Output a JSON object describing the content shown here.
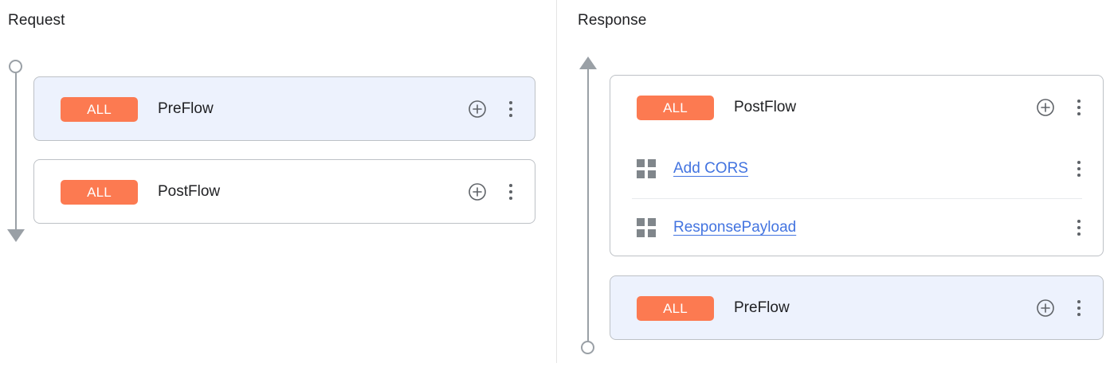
{
  "panels": {
    "request": {
      "title": "Request",
      "rail": {
        "start_icon": "circle-node",
        "end_icon": "arrow-down-icon",
        "direction": "down"
      },
      "cards": [
        {
          "id": "req-preflow",
          "selected": true,
          "badge": "ALL",
          "name": "PreFlow",
          "add_icon": "plus-circle-icon",
          "menu_icon": "kebab-menu-icon",
          "policies": []
        },
        {
          "id": "req-postflow",
          "selected": false,
          "badge": "ALL",
          "name": "PostFlow",
          "add_icon": "plus-circle-icon",
          "menu_icon": "kebab-menu-icon",
          "policies": []
        }
      ]
    },
    "response": {
      "title": "Response",
      "rail": {
        "start_icon": "arrow-up-icon",
        "end_icon": "circle-node",
        "direction": "up"
      },
      "cards": [
        {
          "id": "res-postflow",
          "selected": false,
          "badge": "ALL",
          "name": "PostFlow",
          "add_icon": "plus-circle-icon",
          "menu_icon": "kebab-menu-icon",
          "policies": [
            {
              "icon": "policy-grid-icon",
              "name": "Add CORS",
              "menu_icon": "kebab-menu-icon"
            },
            {
              "icon": "policy-grid-icon",
              "name": "ResponsePayload",
              "menu_icon": "kebab-menu-icon"
            }
          ]
        },
        {
          "id": "res-preflow",
          "selected": true,
          "badge": "ALL",
          "name": "PreFlow",
          "add_icon": "plus-circle-icon",
          "menu_icon": "kebab-menu-icon",
          "policies": []
        }
      ]
    }
  },
  "colors": {
    "badge_background": "#fc7a51",
    "badge_text": "#ffffff",
    "selected_card_background": "#edf2fd",
    "card_border": "#bdc1c6",
    "link": "#4374e0",
    "rail": "#9aa0a6",
    "title_text": "#202124"
  }
}
